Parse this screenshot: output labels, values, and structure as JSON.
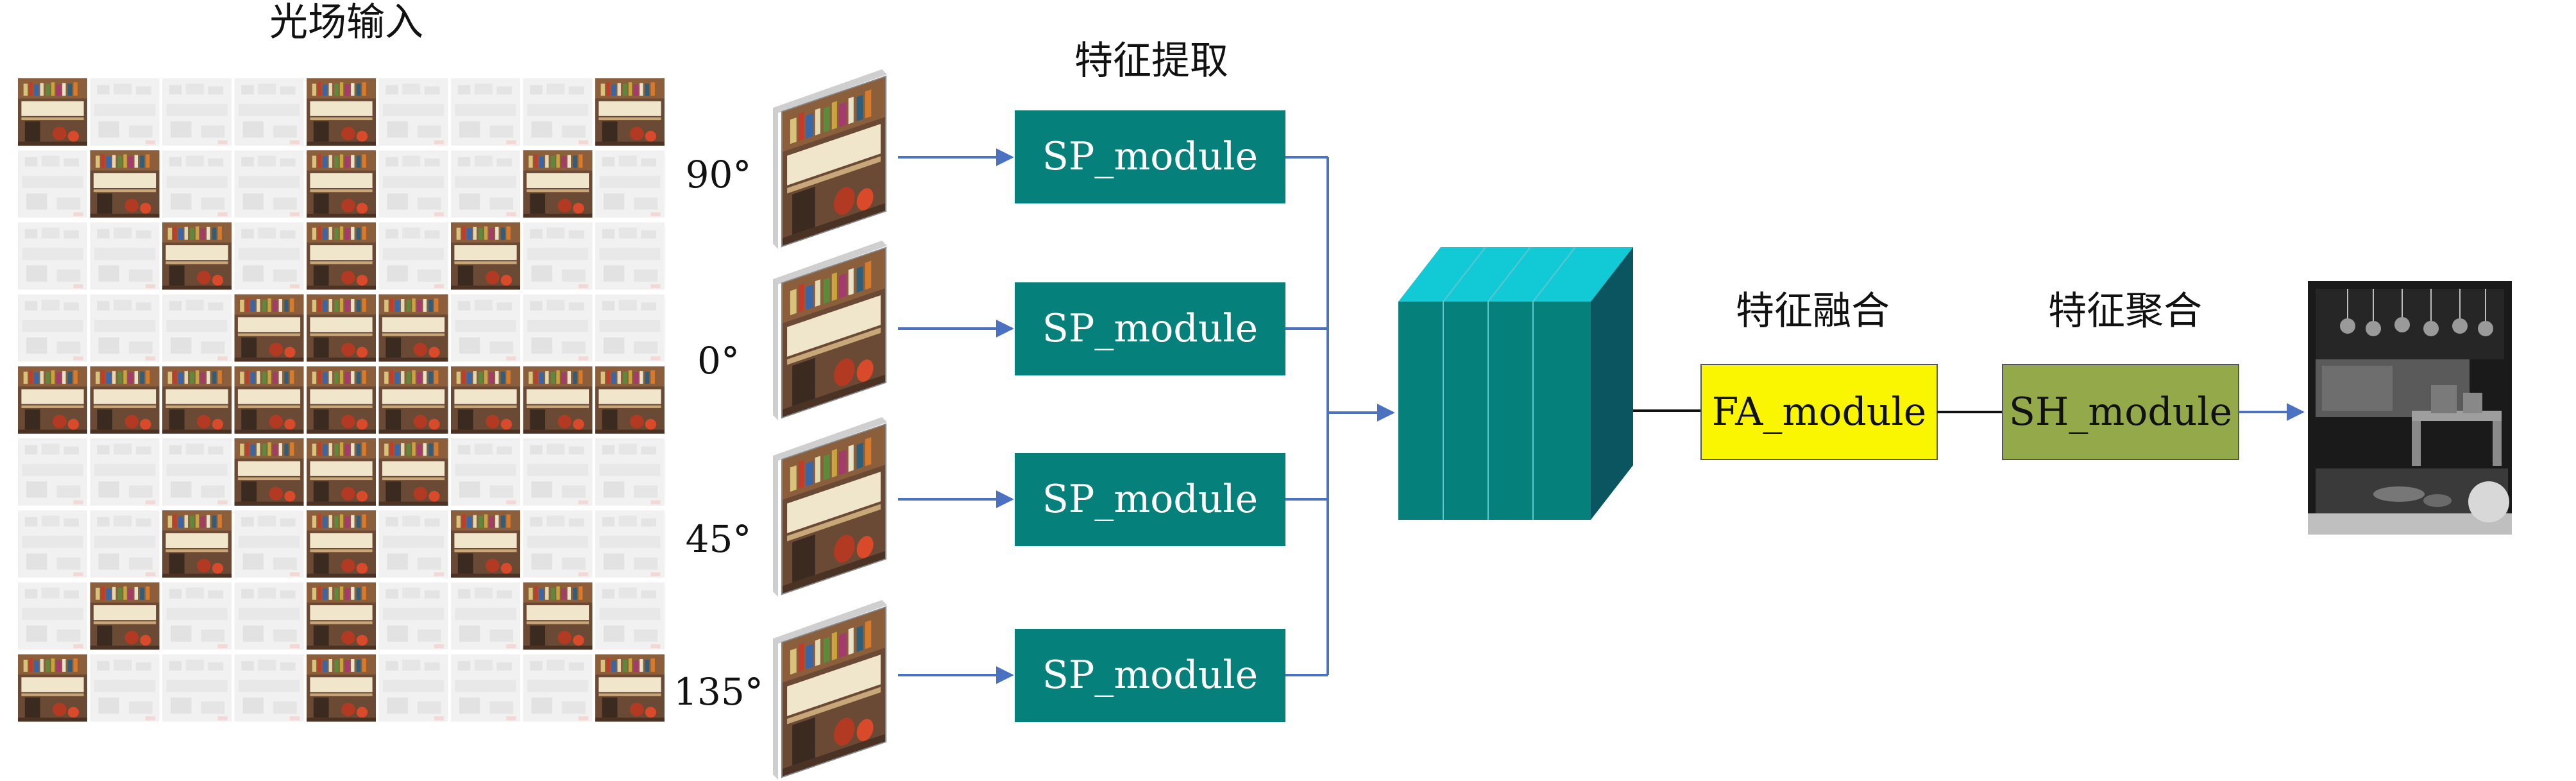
{
  "title_lf": "光场输入",
  "title_fe": "特征提取",
  "title_fuse": "特征融合",
  "title_agg": "特征聚合",
  "angles": [
    "90°",
    "0°",
    "45°",
    "135°"
  ],
  "sp_label": "SP_module",
  "fa_label": "FA_module",
  "sh_label": "SH_module",
  "colors": {
    "teal": "#06807A",
    "teal_dark": "#0A5560",
    "cyan_top": "#12C9D6",
    "yellow": "#FAF500",
    "olive": "#93A94A",
    "arrow": "#4A72C0"
  },
  "grid_active": [
    [
      1,
      0,
      0,
      0,
      1,
      0,
      0,
      0,
      1
    ],
    [
      0,
      1,
      0,
      0,
      1,
      0,
      0,
      1,
      0
    ],
    [
      0,
      0,
      1,
      0,
      1,
      0,
      1,
      0,
      0
    ],
    [
      0,
      0,
      0,
      1,
      1,
      1,
      0,
      0,
      0
    ],
    [
      1,
      1,
      1,
      1,
      1,
      1,
      1,
      1,
      1
    ],
    [
      0,
      0,
      0,
      1,
      1,
      1,
      0,
      0,
      0
    ],
    [
      0,
      0,
      1,
      0,
      1,
      0,
      1,
      0,
      0
    ],
    [
      0,
      1,
      0,
      0,
      1,
      0,
      0,
      1,
      0
    ],
    [
      1,
      0,
      0,
      0,
      1,
      0,
      0,
      0,
      1
    ]
  ]
}
